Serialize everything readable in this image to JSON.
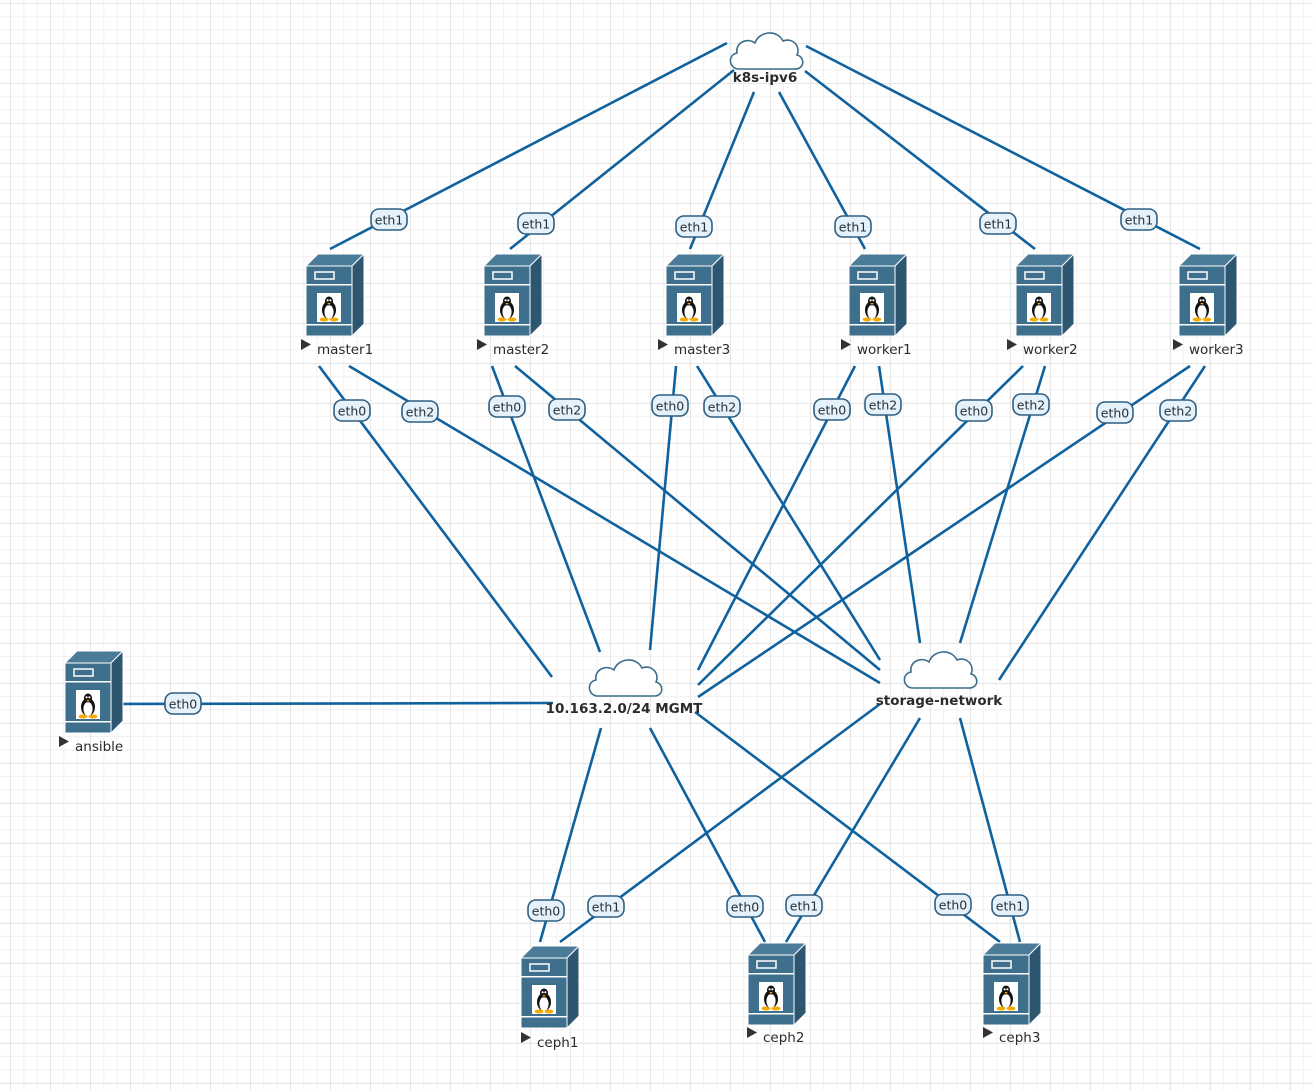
{
  "topology": {
    "colors": {
      "link": "#10629e",
      "server_body": "#3e6f8d",
      "server_dark": "#2d5670",
      "port_fill": "#e6f2fb",
      "port_stroke": "#2f5f82"
    },
    "networks": [
      {
        "id": "k8s",
        "label": "k8s-ipv6",
        "icon": "cloud-icon"
      },
      {
        "id": "mgmt",
        "label": "10.163.2.0/24 MGMT",
        "icon": "cloud-icon"
      },
      {
        "id": "storage",
        "label": "storage-network",
        "icon": "cloud-icon"
      }
    ],
    "nodes": [
      {
        "id": "master1",
        "label": "master1",
        "icon": "linux-server-icon",
        "status_icon": "play-triangle-icon"
      },
      {
        "id": "master2",
        "label": "master2",
        "icon": "linux-server-icon",
        "status_icon": "play-triangle-icon"
      },
      {
        "id": "master3",
        "label": "master3",
        "icon": "linux-server-icon",
        "status_icon": "play-triangle-icon"
      },
      {
        "id": "worker1",
        "label": "worker1",
        "icon": "linux-server-icon",
        "status_icon": "play-triangle-icon"
      },
      {
        "id": "worker2",
        "label": "worker2",
        "icon": "linux-server-icon",
        "status_icon": "play-triangle-icon"
      },
      {
        "id": "worker3",
        "label": "worker3",
        "icon": "linux-server-icon",
        "status_icon": "play-triangle-icon"
      },
      {
        "id": "ansible",
        "label": "ansible",
        "icon": "linux-server-icon",
        "status_icon": "play-triangle-icon"
      },
      {
        "id": "ceph1",
        "label": "ceph1",
        "icon": "linux-server-icon",
        "status_icon": "play-triangle-icon"
      },
      {
        "id": "ceph2",
        "label": "ceph2",
        "icon": "linux-server-icon",
        "status_icon": "play-triangle-icon"
      },
      {
        "id": "ceph3",
        "label": "ceph3",
        "icon": "linux-server-icon",
        "status_icon": "play-triangle-icon"
      }
    ],
    "links": [
      {
        "node": "master1",
        "port": "eth1",
        "network": "k8s"
      },
      {
        "node": "master2",
        "port": "eth1",
        "network": "k8s"
      },
      {
        "node": "master3",
        "port": "eth1",
        "network": "k8s"
      },
      {
        "node": "worker1",
        "port": "eth1",
        "network": "k8s"
      },
      {
        "node": "worker2",
        "port": "eth1",
        "network": "k8s"
      },
      {
        "node": "worker3",
        "port": "eth1",
        "network": "k8s"
      },
      {
        "node": "master1",
        "port": "eth0",
        "network": "mgmt"
      },
      {
        "node": "master1",
        "port": "eth2",
        "network": "storage"
      },
      {
        "node": "master2",
        "port": "eth0",
        "network": "mgmt"
      },
      {
        "node": "master2",
        "port": "eth2",
        "network": "storage"
      },
      {
        "node": "master3",
        "port": "eth0",
        "network": "mgmt"
      },
      {
        "node": "master3",
        "port": "eth2",
        "network": "storage"
      },
      {
        "node": "worker1",
        "port": "eth0",
        "network": "mgmt"
      },
      {
        "node": "worker1",
        "port": "eth2",
        "network": "storage"
      },
      {
        "node": "worker2",
        "port": "eth0",
        "network": "mgmt"
      },
      {
        "node": "worker2",
        "port": "eth2",
        "network": "storage"
      },
      {
        "node": "worker3",
        "port": "eth0",
        "network": "mgmt"
      },
      {
        "node": "worker3",
        "port": "eth2",
        "network": "storage"
      },
      {
        "node": "ansible",
        "port": "eth0",
        "network": "mgmt"
      },
      {
        "node": "ceph1",
        "port": "eth0",
        "network": "mgmt"
      },
      {
        "node": "ceph1",
        "port": "eth1",
        "network": "storage"
      },
      {
        "node": "ceph2",
        "port": "eth0",
        "network": "mgmt"
      },
      {
        "node": "ceph2",
        "port": "eth1",
        "network": "storage"
      },
      {
        "node": "ceph3",
        "port": "eth0",
        "network": "mgmt"
      },
      {
        "node": "ceph3",
        "port": "eth1",
        "network": "storage"
      }
    ]
  }
}
